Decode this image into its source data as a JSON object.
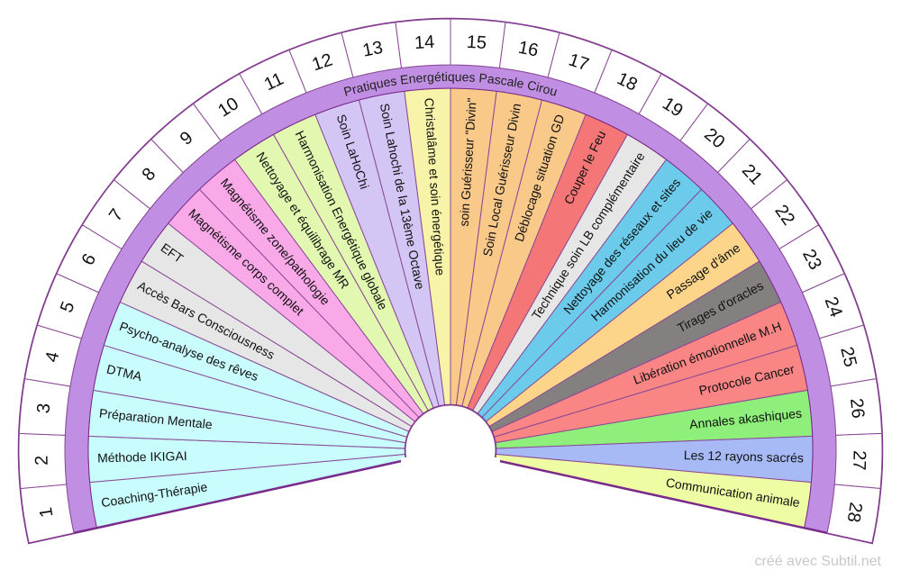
{
  "title": "Pratiques Energétiques Pascale Cirou",
  "footer": "créé avec Subtil.net",
  "colors": {
    "outline": "#7a2a8a",
    "band": "#c08fe3",
    "ring": "#ffffff",
    "divider": "#8a4a95"
  },
  "slices": [
    {
      "number": "1",
      "label": "Coaching-Thérapie",
      "color": "#c9fcfc"
    },
    {
      "number": "2",
      "label": "Méthode IKIGAI",
      "color": "#c9fcfc"
    },
    {
      "number": "3",
      "label": "Préparation Mentale",
      "color": "#c9fcfc"
    },
    {
      "number": "4",
      "label": "DTMA",
      "color": "#c9fcfc"
    },
    {
      "number": "5",
      "label": "Psycho-analyse des rêves",
      "color": "#c9fcfc"
    },
    {
      "number": "6",
      "label": "Accès Bars Consciousness",
      "color": "#e6e6e6"
    },
    {
      "number": "7",
      "label": "EFT",
      "color": "#e6e6e6"
    },
    {
      "number": "8",
      "label": "Magnétisme corps complet",
      "color": "#f9a8e8"
    },
    {
      "number": "9",
      "label": "Magnétisme zone/pathologie",
      "color": "#f9a8e8"
    },
    {
      "number": "10",
      "label": "Nettoyage et équilibrage MR",
      "color": "#e2f8b0"
    },
    {
      "number": "11",
      "label": "Harmonisation Energétique globale",
      "color": "#e2f8b0"
    },
    {
      "number": "12",
      "label": "Soin LaHoChi",
      "color": "#d3c6f5"
    },
    {
      "number": "13",
      "label": "Soin Lahochi de la 13ème Octave",
      "color": "#d3c6f5"
    },
    {
      "number": "14",
      "label": "Christalâme et soin énergétique",
      "color": "#f7f3a8"
    },
    {
      "number": "15",
      "label": "soin Guérisseur \"Divin\"",
      "color": "#f9c98a"
    },
    {
      "number": "16",
      "label": "Soin Local Guérisseur Divin",
      "color": "#f9c98a"
    },
    {
      "number": "17",
      "label": "Déblocage situation GD",
      "color": "#f9c98a"
    },
    {
      "number": "18",
      "label": "Couper le Feu",
      "color": "#f47676"
    },
    {
      "number": "19",
      "label": "Technique  soin LB complémentaire",
      "color": "#e6e6e6"
    },
    {
      "number": "20",
      "label": "Nettoyage des réseaux et sites",
      "color": "#6ccbea"
    },
    {
      "number": "21",
      "label": "Harmonisation du lieu de vie",
      "color": "#6ccbea"
    },
    {
      "number": "22",
      "label": "Passage d'âme",
      "color": "#fdd58a"
    },
    {
      "number": "23",
      "label": "Tirages d'oracles",
      "color": "#858080"
    },
    {
      "number": "24",
      "label": "Libération émotionnelle M.H",
      "color": "#f98585"
    },
    {
      "number": "25",
      "label": "Protocole Cancer",
      "color": "#f98585"
    },
    {
      "number": "26",
      "label": "Annales akashiques",
      "color": "#8ef07a"
    },
    {
      "number": "27",
      "label": "Les 12 rayons sacrés",
      "color": "#a8baf5"
    },
    {
      "number": "28",
      "label": "Communication animale",
      "color": "#eefca3"
    }
  ]
}
